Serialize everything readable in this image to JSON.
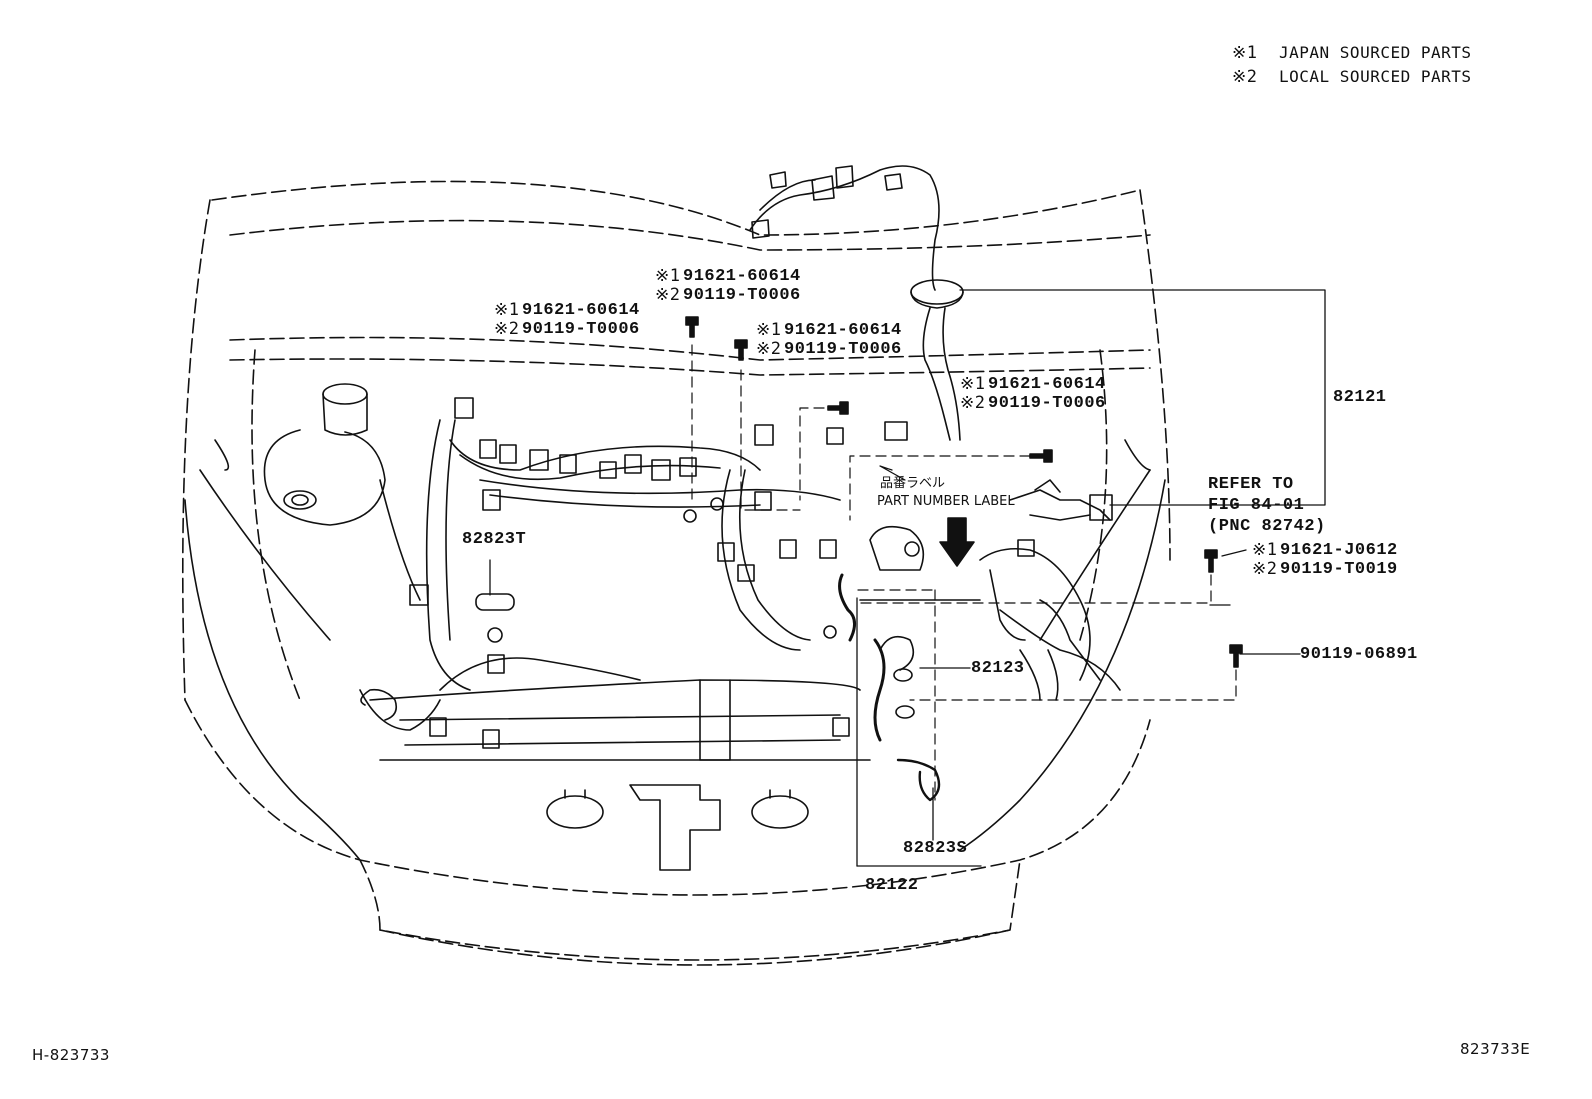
{
  "legend": {
    "line1_mark": "※1",
    "line1_text": "JAPAN SOURCED PARTS",
    "line2_mark": "※2",
    "line2_text": "LOCAL SOURCED PARTS"
  },
  "callouts": {
    "bolt_a": {
      "m1": "※1",
      "p1": "91621-60614",
      "m2": "※2",
      "p2": "90119-T0006"
    },
    "bolt_b": {
      "m1": "※1",
      "p1": "91621-60614",
      "m2": "※2",
      "p2": "90119-T0006"
    },
    "bolt_c": {
      "m1": "※1",
      "p1": "91621-60614",
      "m2": "※2",
      "p2": "90119-T0006"
    },
    "bolt_d": {
      "m1": "※1",
      "p1": "91621-60614",
      "m2": "※2",
      "p2": "90119-T0006"
    },
    "bolt_e": {
      "m1": "※1",
      "p1": "91621-J0612",
      "m2": "※2",
      "p2": "90119-T0019"
    },
    "bolt_f": {
      "p1": "90119-06891"
    }
  },
  "labels": {
    "part_82121": "82121",
    "part_82122": "82122",
    "part_82123": "82123",
    "part_82823T": "82823T",
    "part_82823S": "82823S",
    "refer_line1": "REFER TO",
    "refer_line2": "FIG 84-01",
    "refer_line3": "(PNC 82742)",
    "label_jp": "品番ラベル",
    "label_en": "PART NUMBER LABEL"
  },
  "footer": {
    "left_code": "H-823733",
    "right_code": "823733E"
  }
}
